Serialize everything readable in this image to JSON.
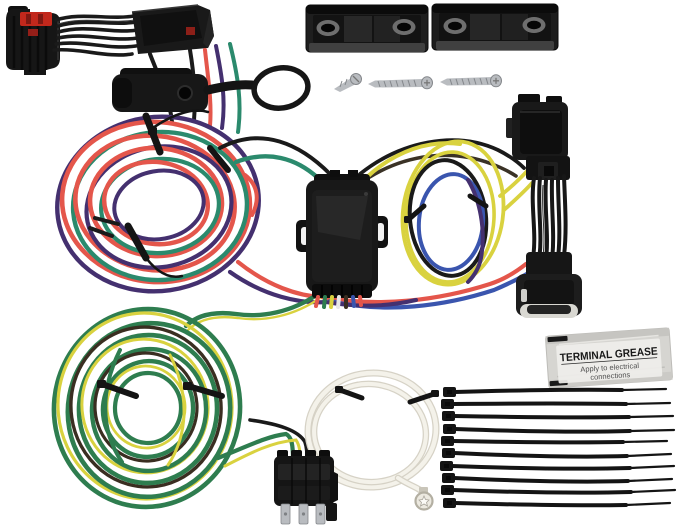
{
  "product": {
    "description": "Towed vehicle wiring harness kit product photo",
    "background": "#ffffff"
  },
  "colors": {
    "part_black": "#181818",
    "part_black_dark": "#0c0c0c",
    "part_black_face": "#1d1d1d",
    "part_gray_lip": "#404040",
    "red_tab": "#c2281c",
    "red_tab_dark": "#7e1812",
    "wire_black": "#1a1a1a",
    "wire_dark_brown": "#3a3226",
    "wire_red": "#e4564b",
    "wire_purple": "#44306f",
    "wire_teal": "#2b8a6d",
    "wire_green": "#2e7d4f",
    "wire_yellow": "#d9d23f",
    "wire_blue": "#3a55ae",
    "wire_brown": "#3a2e21",
    "wire_white": "#f4f2ea",
    "wire_white_shade": "#d6d2c6",
    "metal": "#b9bcc0",
    "metal_dark": "#84878b",
    "tie_black": "#141414",
    "packet_bg": "#d6d5d1",
    "packet_label_bg": "#efeeea",
    "packet_title_color": "#181818",
    "packet_sub_color": "#4e4e4e"
  },
  "grease_packet": {
    "title": "TERMINAL GREASE",
    "subtitle_line1": "Apply to electrical",
    "subtitle_line2": "connections"
  },
  "counts": {
    "cable_ties": 10,
    "screws": 3,
    "mounting_brackets": 2
  }
}
